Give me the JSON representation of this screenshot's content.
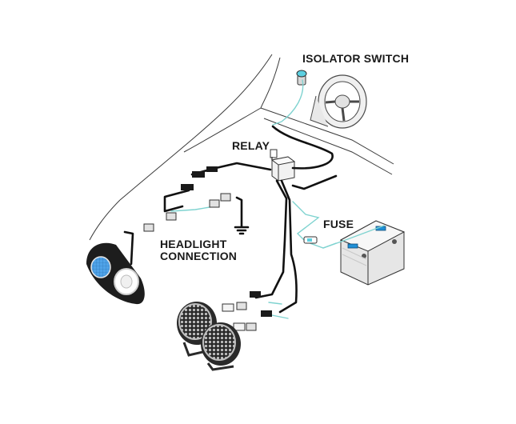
{
  "labels": {
    "isolator_switch": "ISOLATOR SWITCH",
    "relay": "RELAY",
    "fuse": "FUSE",
    "headlight_connection_line1": "HEADLIGHT",
    "headlight_connection_line2": "CONNECTION"
  },
  "colors": {
    "power_wire": "#111111",
    "signal_wire": "#7fd3d0",
    "outline": "#2a2a2a",
    "battery_body": "#e6e6e6",
    "battery_terminal_accent": "#1f8fd6",
    "switch_accent": "#5ccfe0",
    "headlight_lens": "#4fa3e8",
    "background": "#ffffff"
  },
  "icons": [
    "car-body-outline",
    "steering-wheel-icon",
    "isolator-switch-icon",
    "relay-icon",
    "battery-icon",
    "fuse-holder-icon",
    "connector-plug-icon",
    "headlight-cluster-icon",
    "driving-light-icon",
    "ground-symbol-icon"
  ]
}
